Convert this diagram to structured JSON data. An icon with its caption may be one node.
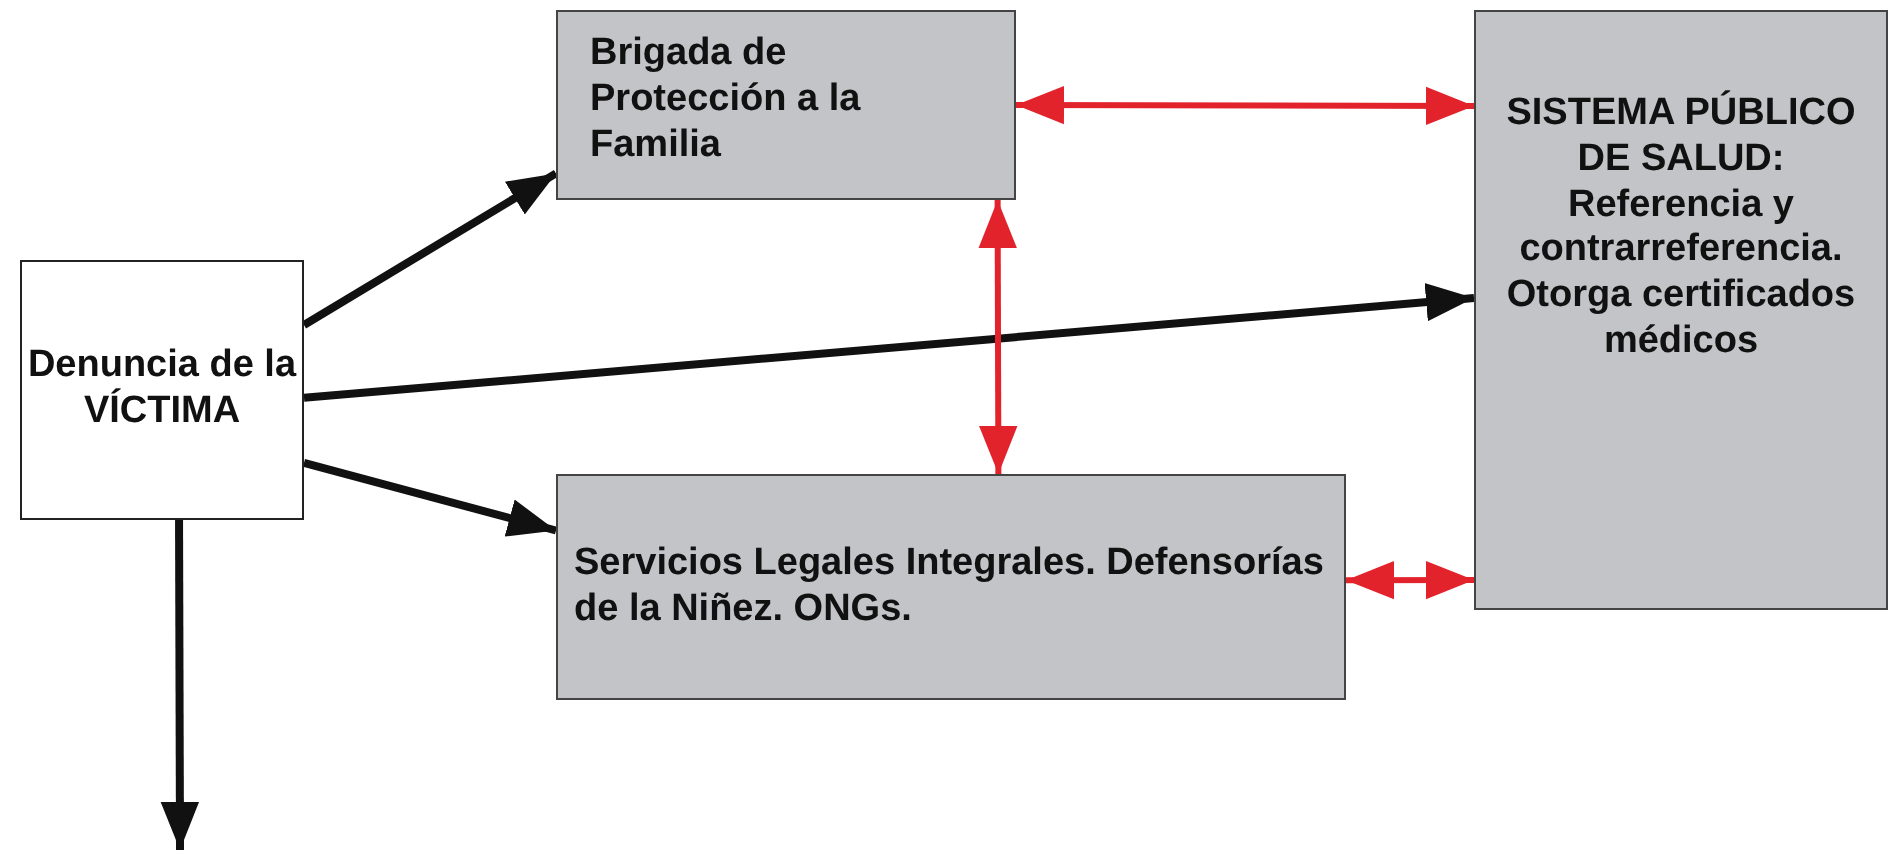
{
  "diagram": {
    "nodes": [
      {
        "text": [
          "Denuncia de la VÍCTIMA"
        ]
      },
      {
        "text": [
          "Brigada de Protección a la Familia"
        ]
      },
      {
        "text": [
          "SISTEMA PÚBLICO DE SALUD:",
          "Referencia y contrarreferencia. Otorga certificados médicos"
        ]
      },
      {
        "text": [
          "Servicios Legales Integrales. Defensorías de la Niñez. ONGs."
        ]
      }
    ],
    "edges": [
      {
        "from": 0,
        "to": 1,
        "arrow": "to"
      },
      {
        "from": 0,
        "to": 2,
        "arrow": "to"
      },
      {
        "from": 0,
        "to": 3,
        "arrow": "to"
      },
      {
        "from": 0,
        "to": null,
        "arrow": "to"
      },
      {
        "from": 1,
        "to": 2,
        "arrow": "both",
        "color": "#e3232b"
      },
      {
        "from": 1,
        "to": 3,
        "arrow": "both",
        "color": "#e3232b"
      },
      {
        "from": 3,
        "to": 2,
        "arrow": "both",
        "color": "#e3232b"
      }
    ]
  }
}
